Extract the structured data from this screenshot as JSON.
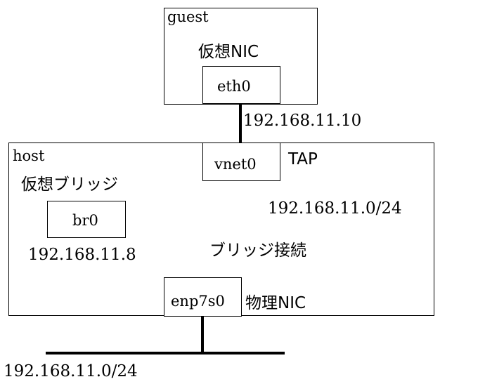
{
  "guest": {
    "label": "guest",
    "virtual_nic_label": "仮想NIC",
    "interface": "eth0"
  },
  "guest_ip": "192.168.11.10",
  "host": {
    "label": "host",
    "tap_interface": "vnet0",
    "tap_label": "TAP",
    "bridge_label": "仮想ブリッジ",
    "bridge_interface": "br0",
    "bridge_ip": "192.168.11.8",
    "host_subnet": "192.168.11.0/24",
    "bridge_connection_label": "ブリッジ接続",
    "physical_interface": "enp7s0",
    "physical_nic_label": "物理NIC"
  },
  "external_subnet": "192.168.11.0/24"
}
